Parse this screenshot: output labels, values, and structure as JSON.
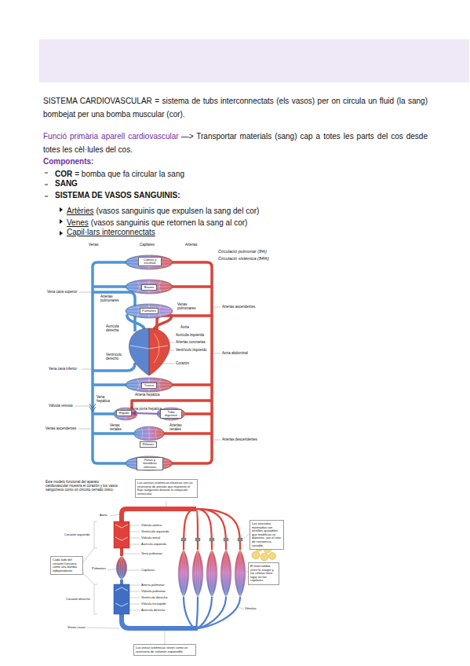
{
  "diagram": {
    "nodes": [
      {
        "text": [
          "Cabeza y encéfalo"
        ]
      },
      {
        "text": [
          "Brazos"
        ]
      },
      {
        "text": [
          "Pulmones"
        ]
      },
      {
        "text": [
          "Tronco"
        ]
      },
      {
        "text": [
          "Hígado"
        ]
      },
      {
        "text": [
          "Tubo digestivo"
        ]
      },
      {
        "text": [
          "Riñones"
        ]
      },
      {
        "text": [
          "Pelvis y miembros inferiores"
        ]
      },
      {
        "text": [
          "Las arterias sistémicas elásticas son un reservorio de presión que mantiene el flujo sanguíneo durante la relajación ventricular"
        ]
      },
      {
        "text": [
          "Cada lado del corazón funciona como una bomba independiente"
        ]
      },
      {
        "text": [
          "Las arteriolas, mostradas con tornillos ajustables que modifican su diámetro, son el sitio de resistencia variable."
        ]
      },
      {
        "text": [
          "El intercambio entre la sangre y las células tiene lugar en los capilares."
        ]
      },
      {
        "text": [
          "Las venas sistémicas sirven como un reservorio de volumen expansible."
        ]
      }
    ],
    "edges": [
      {
        "from": 5,
        "to": 4,
        "label": "Vena porta hepática",
        "arrow": "to"
      }
    ],
    "labels": [
      "SISTEMA CARDIOVASCULAR = sistema de tubs interconnectats (els vasos) per on circula un fluid (la sang) bombejat per una bomba muscular (cor).",
      "Funció primària aparell cardiovascular",
      "—> Transportar materials (sang) cap a totes les parts del cos desde totes les cèl·lules del cos.",
      "Components:",
      "COR",
      "= bomba que fa circular la sang",
      "SANG",
      "SISTEMA DE VASOS SANGUINIS:",
      "Artèries",
      "(vasos sanguinis que expulsen la sang del cor)",
      "Venes",
      "(vasos sanguinis que retornen la sang al cor)",
      "Capil·lars interconnectats",
      "Venas",
      "Capilares",
      "Arterias",
      "Circulació pulmonar (9%)",
      "Circulació sistèmica (84%)",
      "Vena cava superior",
      "Arterias pulmonares",
      "Venas pulmonares",
      "Arterias ascendentes",
      "Aurícula derecha",
      "Aorta",
      "Aurícula izquierda",
      "Arterias coronarias",
      "Ventrículo izquierdo",
      "Ventrículo derecho",
      "Aorta abdominal",
      "Corazón",
      "Vena cava inferior",
      "Arteria hepática",
      "Vena hepática",
      "Válvula venosa",
      "Venas ascendentes",
      "Venas renales",
      "Arterias renales",
      "Arterias descendentes",
      "Este modelo funcional del aparato cardiovascular muestra el corazón y los vasos sanguíneos como un circuito cerrado único.",
      "Aorta",
      "Válvula aórtica",
      "Ventrículo izquierdo",
      "Válvula mitral",
      "Aurícula izquierda",
      "Corazón izquierdo",
      "Vena pulmonar",
      "Pulmones",
      "Capilares",
      "Arteria pulmonar",
      "Válvula pulmonar",
      "Ventrículo derecho",
      "Válvula tricúspide",
      "Aurícula derecha",
      "Corazón derecho",
      "Venas cavas",
      "Vénulas"
    ]
  }
}
